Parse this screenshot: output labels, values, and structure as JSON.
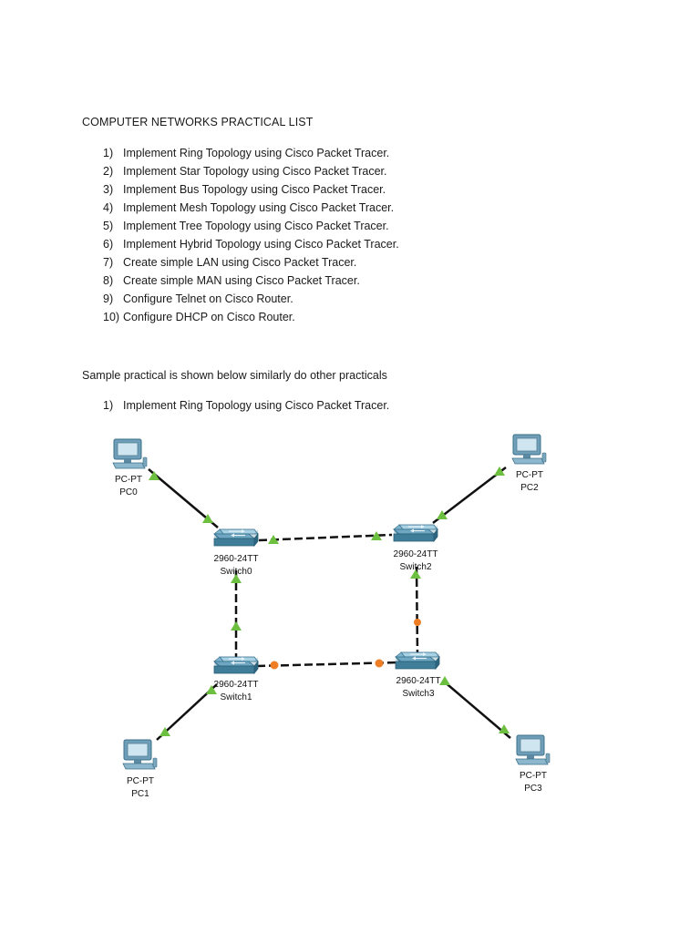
{
  "document": {
    "heading": "COMPUTER NETWORKS PRACTICAL LIST",
    "practicals": [
      {
        "num": "1)",
        "text": "Implement Ring Topology using Cisco Packet Tracer."
      },
      {
        "num": "2)",
        "text": "Implement Star Topology using Cisco Packet Tracer."
      },
      {
        "num": "3)",
        "text": "Implement Bus Topology using Cisco Packet Tracer."
      },
      {
        "num": "4)",
        "text": "Implement Mesh Topology using Cisco Packet Tracer."
      },
      {
        "num": "5)",
        "text": "Implement Tree Topology using Cisco Packet Tracer."
      },
      {
        "num": "6)",
        "text": "Implement Hybrid Topology using Cisco Packet Tracer."
      },
      {
        "num": "7)",
        "text": "Create simple LAN using Cisco Packet Tracer."
      },
      {
        "num": "8)",
        "text": "Create simple MAN using Cisco Packet Tracer."
      },
      {
        "num": "9)",
        "text": "Configure Telnet on Cisco Router."
      },
      {
        "num": "10)",
        "text": "Configure DHCP on Cisco Router."
      }
    ],
    "sample_intro": "Sample practical is shown below similarly do other practicals",
    "sample_item": {
      "num": "1)",
      "text": "Implement Ring Topology using Cisco Packet Tracer."
    }
  },
  "diagram": {
    "pcs": {
      "pc0": {
        "type": "PC-PT",
        "name": "PC0",
        "icon": "pc-icon"
      },
      "pc1": {
        "type": "PC-PT",
        "name": "PC1",
        "icon": "pc-icon"
      },
      "pc2": {
        "type": "PC-PT",
        "name": "PC2",
        "icon": "pc-icon"
      },
      "pc3": {
        "type": "PC-PT",
        "name": "PC3",
        "icon": "pc-icon"
      }
    },
    "switches": {
      "switch0": {
        "model": "2960-24TT",
        "name": "Switch0",
        "icon": "switch-icon"
      },
      "switch1": {
        "model": "2960-24TT",
        "name": "Switch1",
        "icon": "switch-icon"
      },
      "switch2": {
        "model": "2960-24TT",
        "name": "Switch2",
        "icon": "switch-icon"
      },
      "switch3": {
        "model": "2960-24TT",
        "name": "Switch3",
        "icon": "switch-icon"
      }
    },
    "colors": {
      "link_up": "#6dbf3f",
      "link_blocked": "#ee7d23",
      "switch_top": "#7fb4cf",
      "switch_side": "#3f7d99",
      "pc_body": "#6f9fb8",
      "pc_screen": "#cfe6f1"
    }
  }
}
